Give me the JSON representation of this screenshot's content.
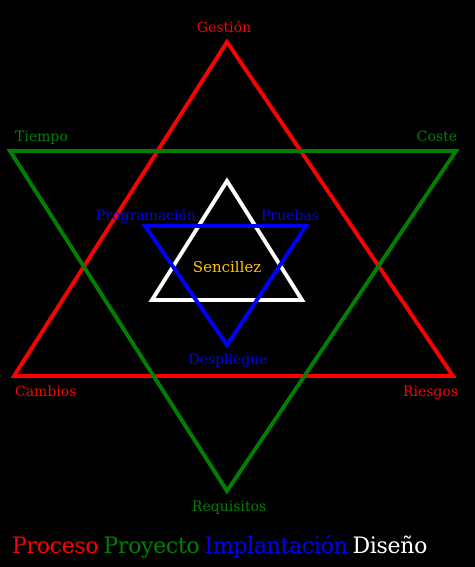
{
  "colors": {
    "proceso": "#ff0000",
    "proyecto": "#008000",
    "implantacion": "#0000ff",
    "diseno": "#ffffff",
    "center": "#ffc000"
  },
  "vertices": {
    "gestion": "Gestión",
    "tiempo": "Tiempo",
    "coste": "Coste",
    "cambios": "Cambios",
    "riesgos": "Riesgos",
    "requisitos": "Requisitos",
    "programacion": "Programación",
    "pruebas": "Pruebas",
    "despliegue": "Despliegue"
  },
  "center": "Sencillez",
  "legend": {
    "proceso": "Proceso",
    "proyecto": "Proyecto",
    "implantacion": "Implantación",
    "diseno": "Diseño"
  }
}
